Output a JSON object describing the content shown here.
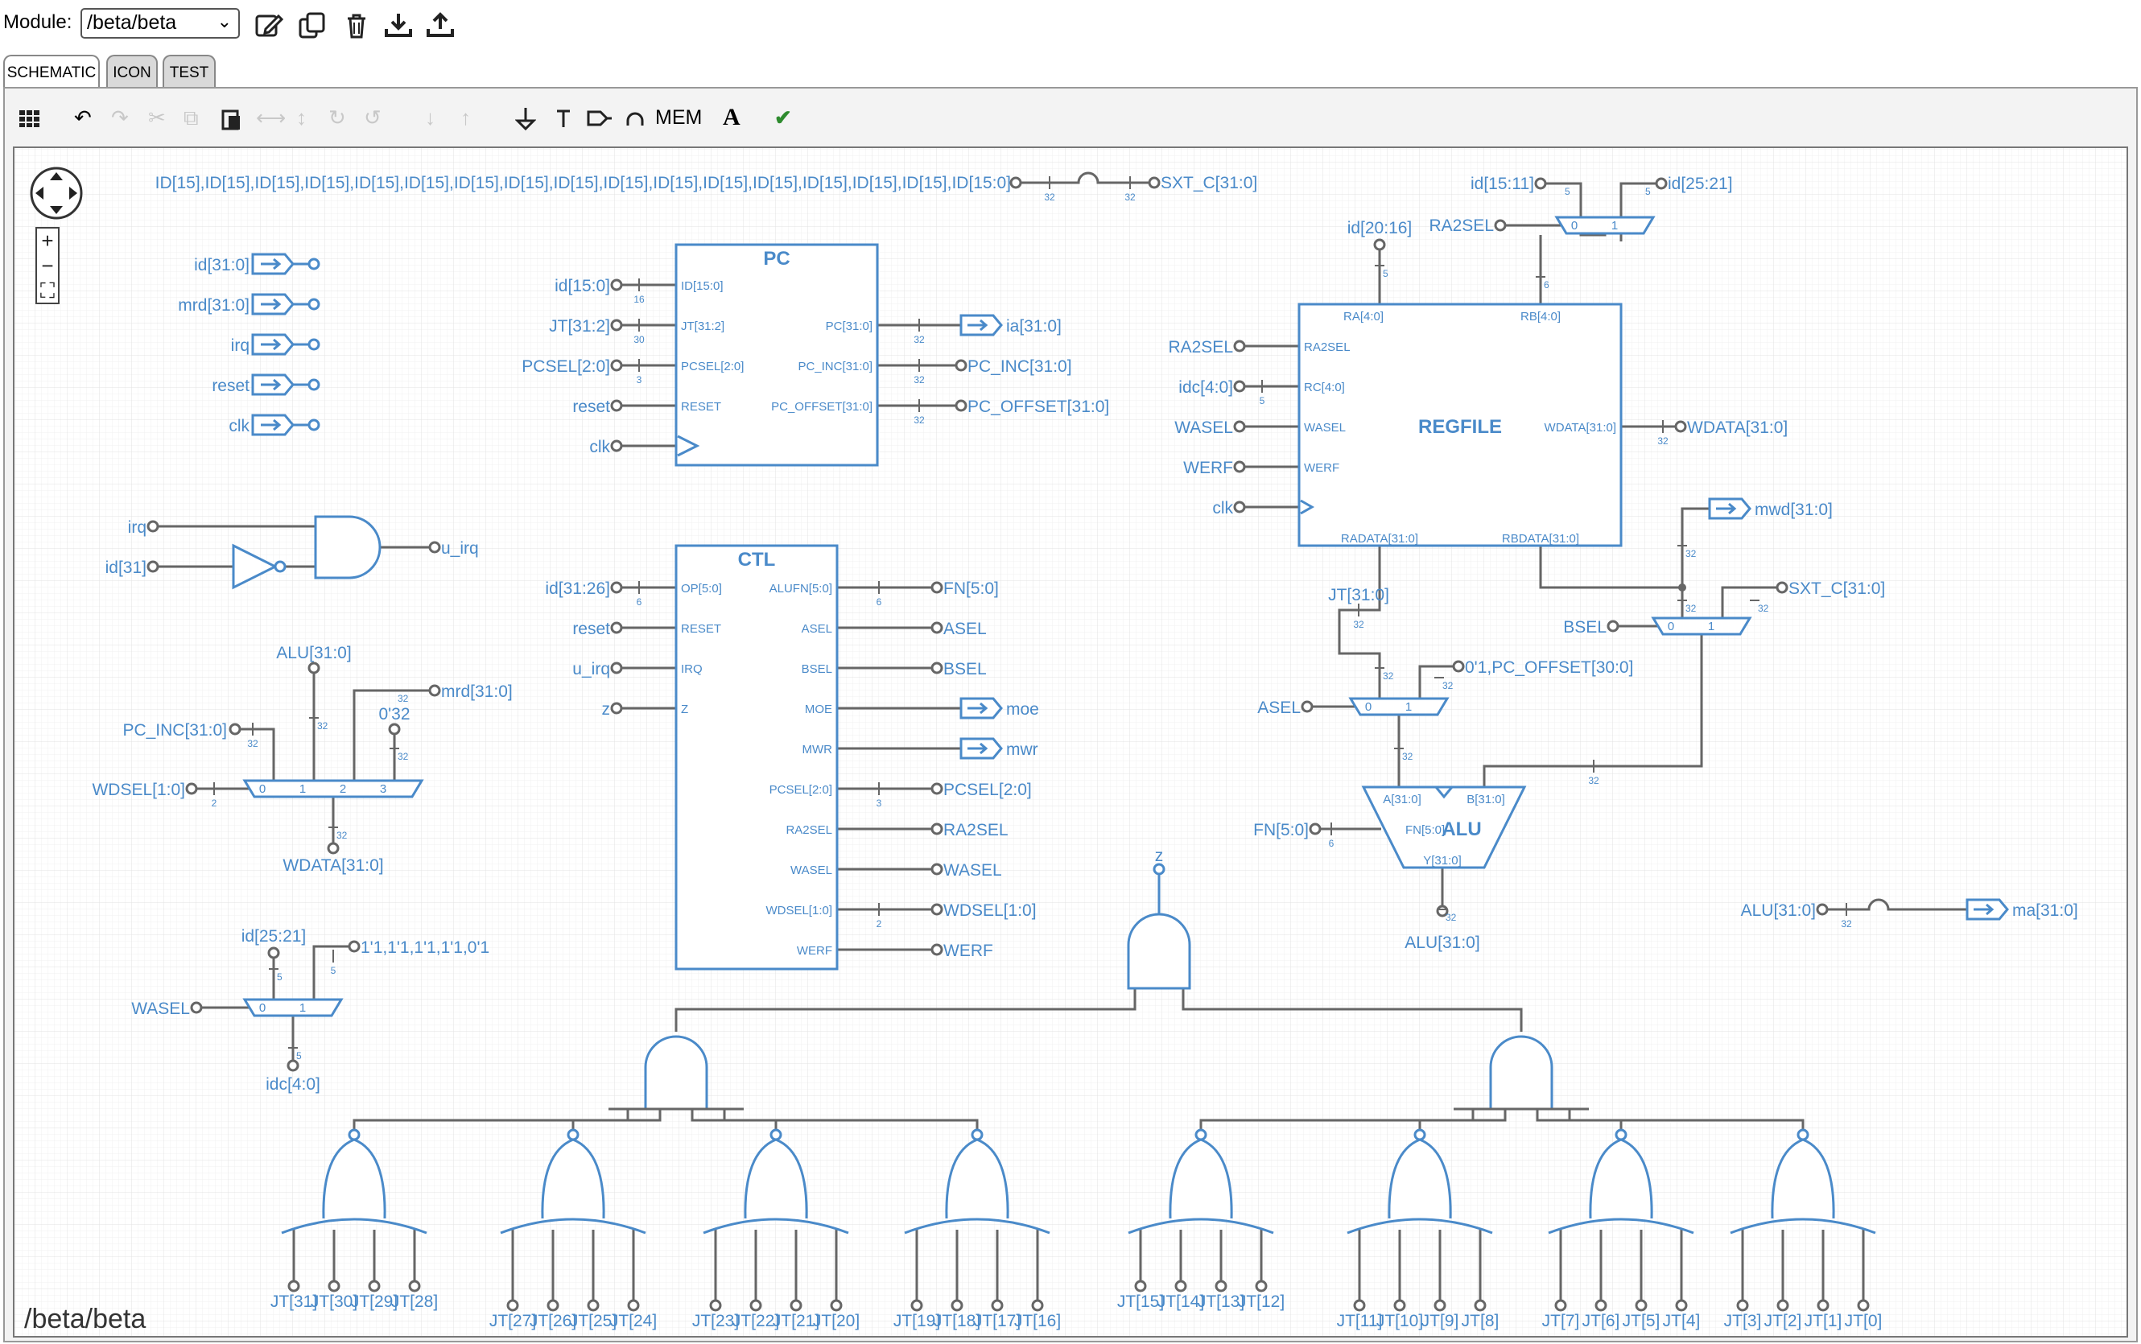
{
  "module": {
    "label": "Module:",
    "selected": "/beta/beta"
  },
  "toolbar_icons": [
    "edit-icon",
    "copy-module-icon",
    "delete-icon",
    "download-icon",
    "upload-icon"
  ],
  "tabs": [
    {
      "label": "SCHEMATIC",
      "active": true
    },
    {
      "label": "ICON",
      "active": false
    },
    {
      "label": "TEST",
      "active": false
    }
  ],
  "editor_toolbar": {
    "icons": [
      "grid-icon",
      "undo-icon",
      "redo-icon",
      "cut-icon",
      "copy-icon",
      "paste-icon",
      "flip-horizontal-icon",
      "flip-vertical-icon",
      "rotate-cw-icon",
      "rotate-ccw-icon",
      "move-down-icon",
      "move-up-icon",
      "ground-icon",
      "text-icon",
      "port-icon",
      "jumper-icon",
      "check-icon"
    ],
    "mem_label": "MEM",
    "text_label": "A"
  },
  "zoom": {
    "in": "+",
    "out": "−",
    "fit": "⛶"
  },
  "path": "/beta/beta",
  "colors": {
    "wire": "#4a8ac9",
    "wire_gray": "#666666",
    "accent_check": "#2e8b2e"
  },
  "schematic": {
    "sxt_expr": "ID[15],ID[15],ID[15],ID[15],ID[15],ID[15],ID[15],ID[15],ID[15],ID[15],ID[15],ID[15],ID[15],ID[15],ID[15],ID[15],ID[15:0]",
    "sxt_out": "SXT_C[31:0]",
    "inputs": [
      "id[31:0]",
      "mrd[31:0]",
      "irq",
      "reset",
      "clk"
    ],
    "pc": {
      "title": "PC",
      "ports_in": [
        "ID[15:0]",
        "JT[31:2]",
        "PCSEL[2:0]",
        "RESET"
      ],
      "ports_out": [
        "PC[31:0]",
        "PC_INC[31:0]",
        "PC_OFFSET[31:0]"
      ],
      "wires_in": [
        "id[15:0]",
        "JT[31:2]",
        "PCSEL[2:0]",
        "reset",
        "clk"
      ],
      "wires_out": [
        "ia[31:0]",
        "PC_INC[31:0]",
        "PC_OFFSET[31:0]"
      ]
    },
    "ctl": {
      "title": "CTL",
      "ports_in": [
        "OP[5:0]",
        "RESET",
        "IRQ",
        "Z"
      ],
      "ports_out": [
        "ALUFN[5:0]",
        "ASEL",
        "BSEL",
        "MOE",
        "MWR",
        "PCSEL[2:0]",
        "RA2SEL",
        "WASEL",
        "WDSEL[1:0]",
        "WERF"
      ],
      "wires_in": [
        "id[31:26]",
        "reset",
        "u_irq",
        "z"
      ],
      "wires_out": [
        "FN[5:0]",
        "ASEL",
        "BSEL",
        "moe",
        "mwr",
        "PCSEL[2:0]",
        "RA2SEL",
        "WASEL",
        "WDSEL[1:0]",
        "WERF"
      ]
    },
    "regfile": {
      "title": "REGFILE",
      "ports_in": [
        "RA2SEL",
        "RC[4:0]",
        "WASEL",
        "WERF"
      ],
      "ports_top": [
        "RA[4:0]",
        "RB[4:0]"
      ],
      "ports_out": [
        "WDATA[31:0]"
      ],
      "ports_bottom": [
        "RADATA[31:0]",
        "RBDATA[31:0]"
      ],
      "wires_in": [
        "RA2SEL",
        "idc[4:0]",
        "WASEL",
        "WERF",
        "clk"
      ],
      "wires_out": [
        "WDATA[31:0]"
      ]
    },
    "alu": {
      "title": "ALU",
      "ports": [
        "A[31:0]",
        "B[31:0]",
        "FN[5:0]",
        "Y[31:0]"
      ],
      "wires": [
        "FN[5:0]",
        "ALU[31:0]"
      ]
    },
    "labels": {
      "id15_11": "id[15:11]",
      "id25_21": "id[25:21]",
      "ra2sel": "RA2SEL",
      "id20_16": "id[20:16]",
      "mwd": "mwd[31:0]",
      "sxt": "SXT_C[31:0]",
      "bsel": "BSEL",
      "jt": "JT[31:0]",
      "pcoff": "0'1,PC_OFFSET[30:0]",
      "asel": "ASEL",
      "irq": "irq",
      "id31": "id[31]",
      "u_irq": "u_irq",
      "alu_in": "ALU[31:0]",
      "mrd": "mrd[31:0]",
      "pcinc": "PC_INC[31:0]",
      "zero32": "0'32",
      "wdsel": "WDSEL[1:0]",
      "wdata": "WDATA[31:0]",
      "id25_21b": "id[25:21]",
      "ones": "1'1,1'1,1'1,1'1,0'1",
      "wasel": "WASEL",
      "idc": "idc[4:0]",
      "alu_ma_in": "ALU[31:0]",
      "ma": "ma[31:0]",
      "z": "z"
    },
    "mux_sel_labels": [
      "0",
      "1",
      "2",
      "3"
    ],
    "widths": [
      "32",
      "16",
      "30",
      "3",
      "6",
      "5",
      "2"
    ],
    "jt_groups": [
      [
        "JT[31]",
        "JT[30]",
        "JT[29]",
        "JT[28]"
      ],
      [
        "JT[27]",
        "JT[26]",
        "JT[25]",
        "JT[24]"
      ],
      [
        "JT[23]",
        "JT[22]",
        "JT[21]",
        "JT[20]"
      ],
      [
        "JT[19]",
        "JT[18]",
        "JT[17]",
        "JT[16]"
      ],
      [
        "JT[15]",
        "JT[14]",
        "JT[13]",
        "JT[12]"
      ],
      [
        "JT[11]",
        "JT[10]",
        "JT[9]",
        "JT[8]"
      ],
      [
        "JT[7]",
        "JT[6]",
        "JT[5]",
        "JT[4]"
      ],
      [
        "JT[3]",
        "JT[2]",
        "JT[1]",
        "JT[0]"
      ]
    ]
  }
}
